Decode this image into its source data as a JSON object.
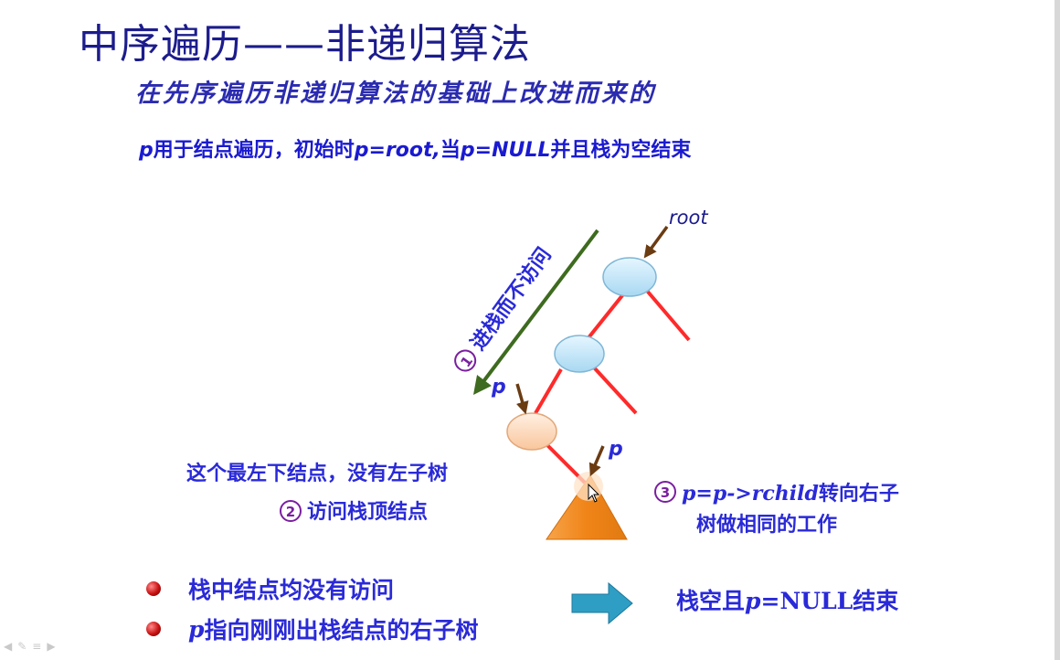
{
  "slide": {
    "title": "中序遍历——非递归算法",
    "subtitle": "在先序遍历非递归算法的基础上改进而来的",
    "description": {
      "p1": "p",
      "t1": "用于结点遍历，初始时",
      "p2": "p=root,",
      "t2": "当",
      "p3": "p=NULL",
      "t3": "并且栈为空结束"
    }
  },
  "diagram": {
    "root_label": "root",
    "p_label": "p",
    "step1_label": "进栈而不访问",
    "step1_num": "1",
    "leftmost_note": "这个最左下结点，没有左子树",
    "step2_num": "2",
    "step2_label": "访问栈顶结点",
    "step3_num": "3",
    "step3_code": "p=p->rchild",
    "step3_text1": "转向右子",
    "step3_text2": "树做相同的工作"
  },
  "bullets": {
    "item1": "栈中结点均没有访问",
    "item2_p": "p",
    "item2_text": "指向刚刚出栈结点的右子树"
  },
  "result": {
    "t1": "栈空且",
    "p": "p",
    "t2": "=NULL结束"
  },
  "colors": {
    "title": "#1c1c8c",
    "blue_node": "#bfe3f7",
    "orange_node": "#ffd7b5",
    "edge": "#ff2a2a",
    "green_arrow": "#3e6b1f",
    "triangle": "#f08a1c",
    "purple": "#7a1fa0",
    "brown_arrow": "#6b3b12",
    "teal_arrow": "#2f9ec4"
  }
}
